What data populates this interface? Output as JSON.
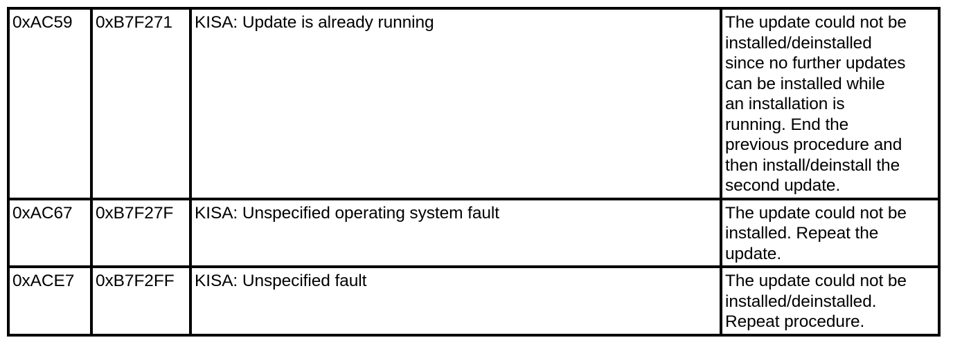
{
  "table": {
    "rows": [
      {
        "code": "0xAC59",
        "hex": "0xB7F271",
        "message": "KISA: Update is already running",
        "remedy_lines": [
          "The update could not be",
          "installed/deinstalled",
          "since no further updates",
          "can be installed while",
          "an installation is",
          "running. End the",
          "previous procedure and",
          "then install/deinstall the",
          "second update."
        ]
      },
      {
        "code": "0xAC67",
        "hex": "0xB7F27F",
        "message": "KISA: Unspecified operating system fault",
        "remedy_lines": [
          "The update could not be",
          "installed. Repeat the",
          "update."
        ]
      },
      {
        "code": "0xACE7",
        "hex": "0xB7F2FF",
        "message": "KISA: Unspecified fault",
        "remedy_lines": [
          "The update could not be",
          "installed/deinstalled.",
          "Repeat procedure."
        ]
      }
    ]
  }
}
